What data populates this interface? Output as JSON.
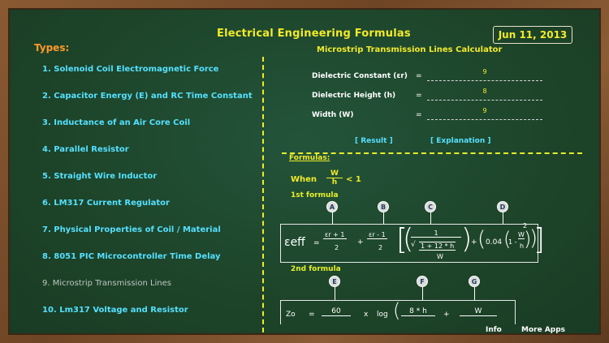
{
  "title": "Electrical Engineering Formulas",
  "date": "Jun 11, 2013",
  "types_heading": "Types:",
  "types": [
    "1. Solenoid Coil Electromagnetic Force",
    "2. Capacitor Energy (E) and RC Time Constant",
    "3. Inductance of an Air Core Coil",
    "4. Parallel Resistor",
    "5. Straight Wire Inductor",
    "6. LM317 Current Regulator",
    "7. Physical Properties of Coil / Material",
    "8. 8051 PIC Microcontroller Time Delay",
    "9. Microstrip Transmission Lines",
    "10. Lm317 Voltage and Resistor"
  ],
  "calculator": {
    "title": "Microstrip Transmission Lines Calculator",
    "fields": [
      {
        "label": "Dielectric Constant (εr)",
        "value": "9"
      },
      {
        "label": "Dielectric Height (h)",
        "value": "8"
      },
      {
        "label": "Width (W)",
        "value": "9"
      }
    ],
    "result_link": "[ Result ]",
    "explanation_link": "[ Explanation ]"
  },
  "formulas": {
    "heading": "Formulas:",
    "condition_when": "When",
    "condition_num": "W",
    "condition_den": "h",
    "condition_rel": "< 1",
    "first_label": "1st formula",
    "second_label": "2nd formula",
    "markers_first": [
      "A",
      "B",
      "C",
      "D"
    ],
    "markers_second": [
      "E",
      "F",
      "G"
    ],
    "f1": {
      "lhs": "εeff",
      "eq": "=",
      "t1_num": "εr + 1",
      "t1_den": "2",
      "plus1": "+",
      "t2_num": "εr - 1",
      "t2_den": "2",
      "inner_num": "1",
      "inner_den_a": "√",
      "inner_den_b": "1 + 12 * h",
      "inner_den_c": "W",
      "plus2": "+",
      "t3": "0.04",
      "t3b": "1 -",
      "t3_num": "W",
      "t3_den": "h",
      "exp": "2"
    },
    "f2": {
      "lhs": "Zo",
      "eq": "=",
      "t1": "60",
      "op1": "x",
      "log": "log",
      "t2": "8 * h",
      "plus": "+",
      "t3": "W"
    }
  },
  "footer": {
    "info": "Info",
    "more_apps": "More Apps"
  }
}
